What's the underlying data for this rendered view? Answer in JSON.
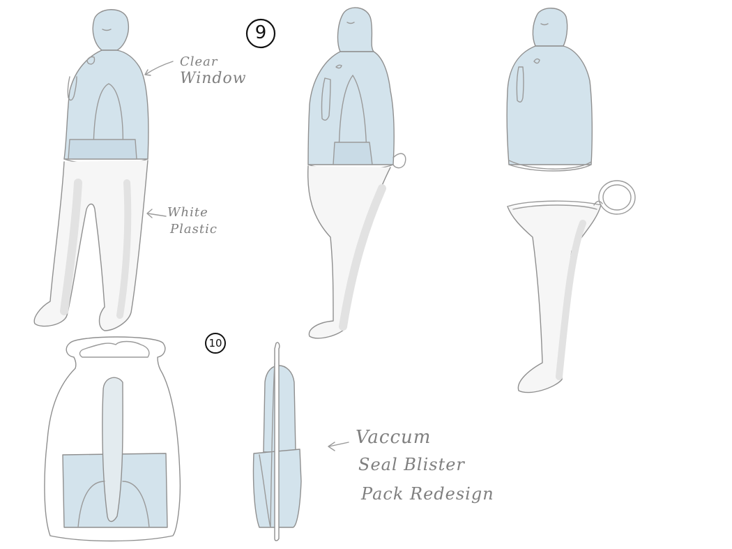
{
  "figure_numbers": {
    "first": "9",
    "second": "10"
  },
  "annotations": {
    "clear_window": [
      "Clear",
      "Window"
    ],
    "white_plastic": [
      "White",
      "Plastic"
    ],
    "vaccum_seal": [
      "Vaccum",
      "Seal Blister",
      "Pack Redesign"
    ]
  },
  "colors": {
    "pencil": "#9a9a9a",
    "clear_tint": "#d3e3ec",
    "white_plastic_shade": "#e6e6e6",
    "ink": "#111111"
  }
}
